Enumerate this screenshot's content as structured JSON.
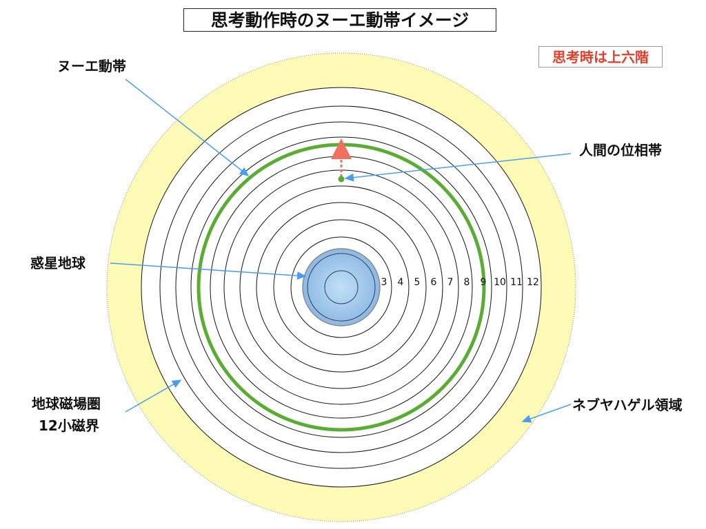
{
  "title": "思考動作時のヌーエ動帯イメージ",
  "note": "思考時は上六階",
  "labels": {
    "nuue": "ヌーエ動帯",
    "human_phase": "人間の位相帯",
    "earth": "惑星地球",
    "magnetosphere_line1": "地球磁場圏",
    "magnetosphere_line2": "12小磁界",
    "nebuyahagel": "ネブヤハゲル領域"
  },
  "ring_numbers": [
    "3",
    "4",
    "5",
    "6",
    "7",
    "8",
    "9",
    "10",
    "11",
    "12"
  ],
  "colors": {
    "yellow": "#fdfbb5",
    "green": "#5aac35",
    "arrow": "#4a9df0",
    "red_arrow": "#f07060",
    "earth": "#a4c8ec"
  }
}
